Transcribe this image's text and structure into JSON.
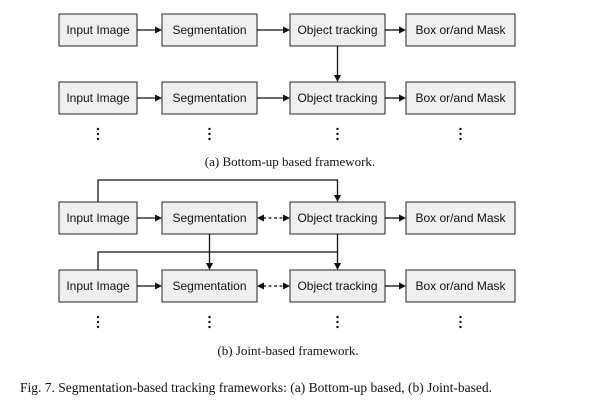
{
  "labels": {
    "input_image": "Input Image",
    "segmentation": "Segmentation",
    "object_tracking": "Object tracking",
    "box_mask": "Box or/and Mask"
  },
  "captions": {
    "a": "(a) Bottom-up based framework.",
    "b": "(b) Joint-based framework.",
    "figure": "Fig. 7.  Segmentation-based tracking frameworks: (a) Bottom-up based, (b) Joint-based."
  }
}
